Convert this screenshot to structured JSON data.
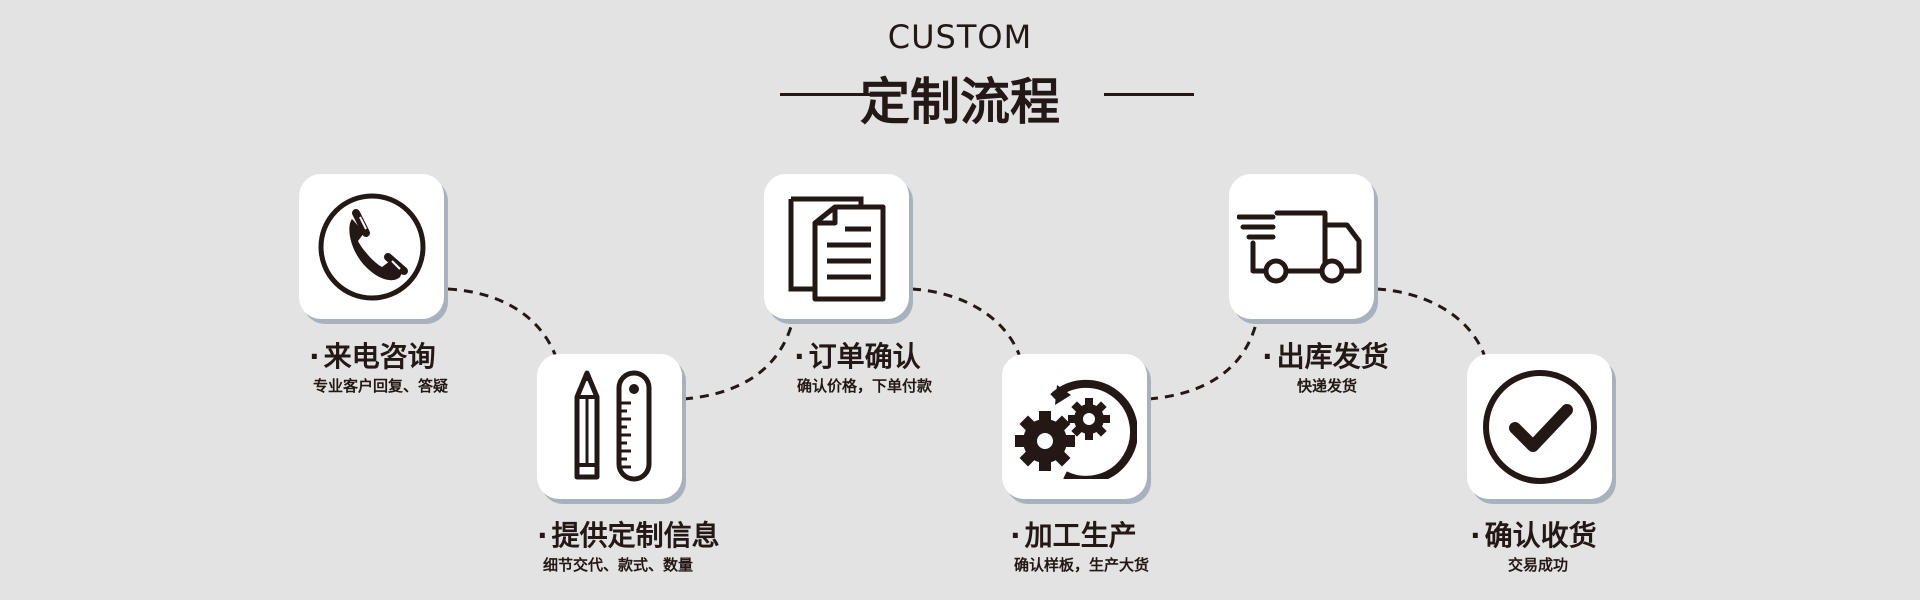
{
  "header": {
    "subtitle": "CUSTOM",
    "title": "定制流程"
  },
  "colors": {
    "background": "#e3e3e3",
    "icon_box": "#ffffff",
    "icon_shadow": "#a9b1bd",
    "ink": "#231815"
  },
  "steps": [
    {
      "icon": "phone-icon",
      "label": "来电咨询",
      "desc": "专业客户回复、答疑"
    },
    {
      "icon": "pencil-ruler-icon",
      "label": "提供定制信息",
      "desc": "细节交代、款式、数量"
    },
    {
      "icon": "documents-icon",
      "label": "订单确认",
      "desc": "确认价格，下单付款"
    },
    {
      "icon": "gears-icon",
      "label": "加工生产",
      "desc": "确认样板，生产大货"
    },
    {
      "icon": "truck-icon",
      "label": "出库发货",
      "desc": "快递发货"
    },
    {
      "icon": "checkmark-icon",
      "label": "确认收货",
      "desc": "交易成功"
    }
  ],
  "bullet": "·"
}
